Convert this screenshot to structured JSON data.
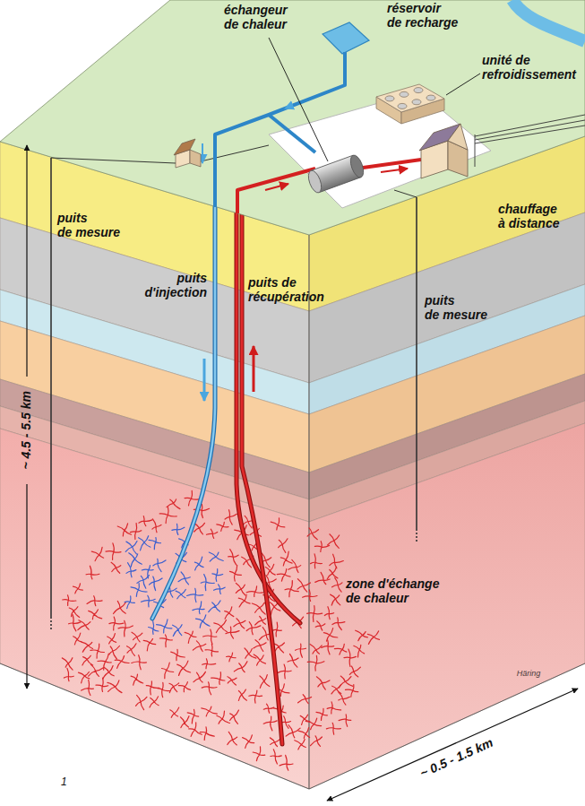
{
  "diagram": {
    "labels": [
      "échangeur de chaleur",
      "réservoir de recharge",
      "unité de refroidissement",
      "puits de mesure",
      "chauffage à distance",
      "puits d'injection",
      "puits de récupération",
      "puits de mesure",
      "~ 4.5 - 5.5 km",
      "zone d'échange de chaleur",
      "Häring",
      "~ 0.5 - 1.5 km",
      "1"
    ]
  }
}
